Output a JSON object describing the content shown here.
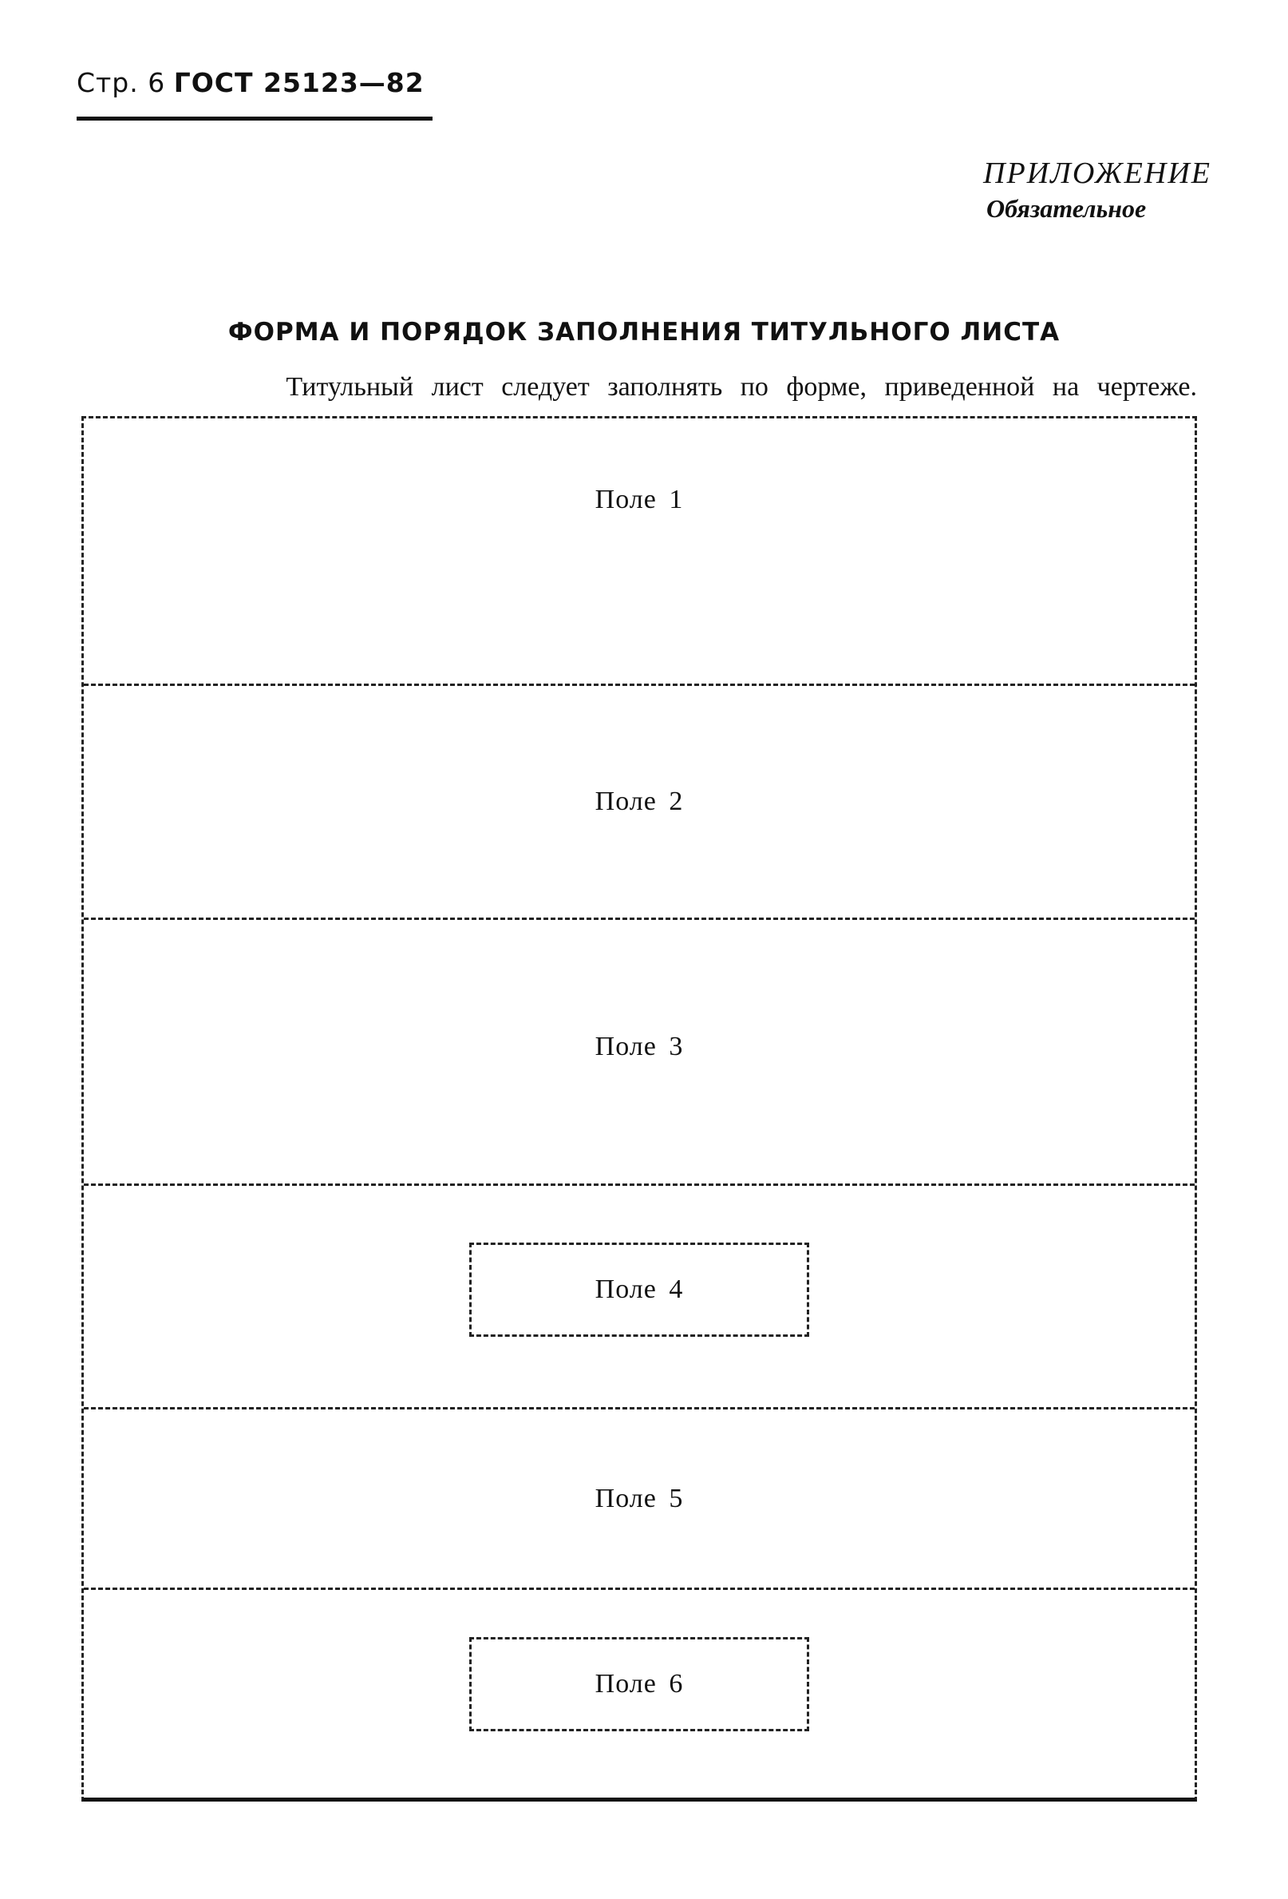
{
  "header": {
    "page_label": "Стр. 6",
    "standard": "ГОСТ 25123—82"
  },
  "appendix": {
    "title": "ПРИЛОЖЕНИЕ",
    "status": "Обязательное"
  },
  "section": {
    "title": "ФОРМА И ПОРЯДОК ЗАПОЛНЕНИЯ ТИТУЛЬНОГО ЛИСТА",
    "intro": "Титульный лист следует заполнять по форме, приведенной на чертеже."
  },
  "form": {
    "fields": [
      {
        "label": "Поле 1"
      },
      {
        "label": "Поле 2"
      },
      {
        "label": "Поле 3"
      },
      {
        "label": "Поле 4"
      },
      {
        "label": "Поле 5"
      },
      {
        "label": "Поле 6"
      }
    ]
  }
}
